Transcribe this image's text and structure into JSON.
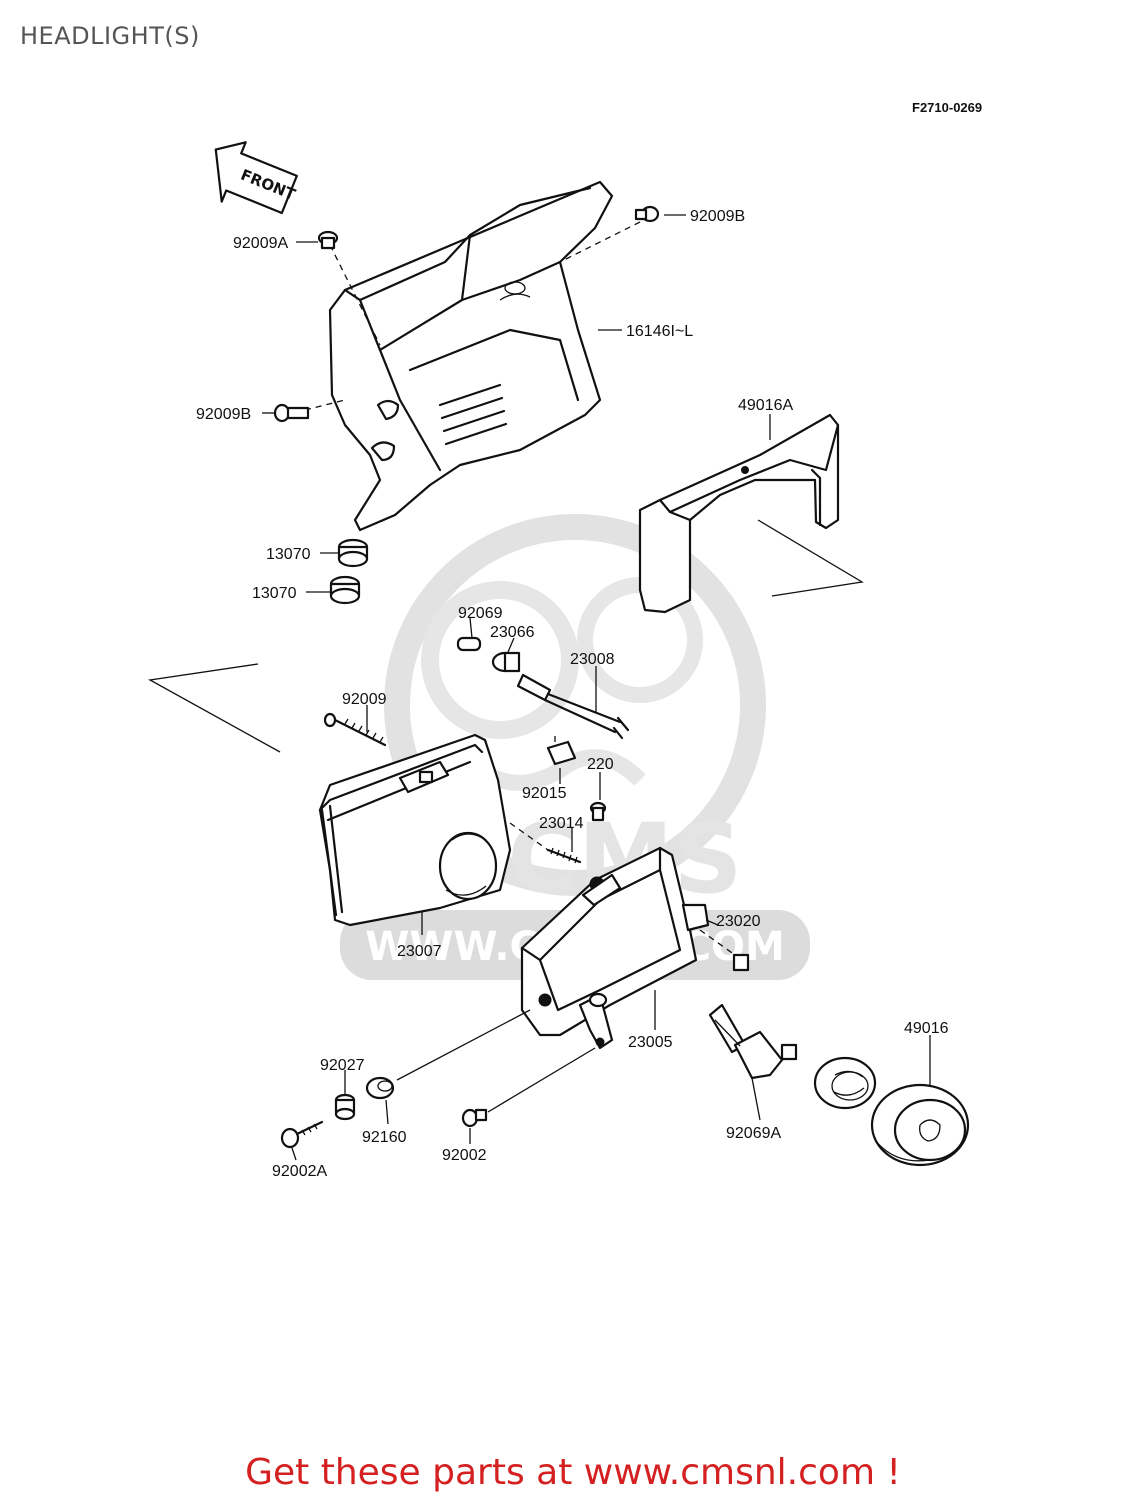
{
  "page": {
    "title": "HEADLIGHT(S)",
    "diagram_code": "F2710-0269",
    "footer": "Get these parts at www.cmsnl.com !"
  },
  "colors": {
    "line": "#111111",
    "watermark": "#dcdcdc",
    "footer_text": "#d42020",
    "title_text": "#555555"
  },
  "diagram": {
    "front_arrow": "FRONT",
    "watermark_text": "WWW.CMSNL.COM",
    "watermark_logo": "CMS",
    "parts": [
      {
        "id": "p-92009A",
        "label": "92009A"
      },
      {
        "id": "p-92009B-top",
        "label": "92009B"
      },
      {
        "id": "p-16146",
        "label": "16146I~L"
      },
      {
        "id": "p-92009B-left",
        "label": "92009B"
      },
      {
        "id": "p-49016A",
        "label": "49016A"
      },
      {
        "id": "p-13070-a",
        "label": "13070"
      },
      {
        "id": "p-13070-b",
        "label": "13070"
      },
      {
        "id": "p-92069",
        "label": "92069"
      },
      {
        "id": "p-23066",
        "label": "23066"
      },
      {
        "id": "p-23008",
        "label": "23008"
      },
      {
        "id": "p-92009",
        "label": "92009"
      },
      {
        "id": "p-220",
        "label": "220"
      },
      {
        "id": "p-92015",
        "label": "92015"
      },
      {
        "id": "p-23014",
        "label": "23014"
      },
      {
        "id": "p-23020",
        "label": "23020"
      },
      {
        "id": "p-23007",
        "label": "23007"
      },
      {
        "id": "p-49016",
        "label": "49016"
      },
      {
        "id": "p-92027",
        "label": "92027"
      },
      {
        "id": "p-23005",
        "label": "23005"
      },
      {
        "id": "p-92160",
        "label": "92160"
      },
      {
        "id": "p-92069A",
        "label": "92069A"
      },
      {
        "id": "p-92002",
        "label": "92002"
      },
      {
        "id": "p-92002A",
        "label": "92002A"
      }
    ]
  }
}
